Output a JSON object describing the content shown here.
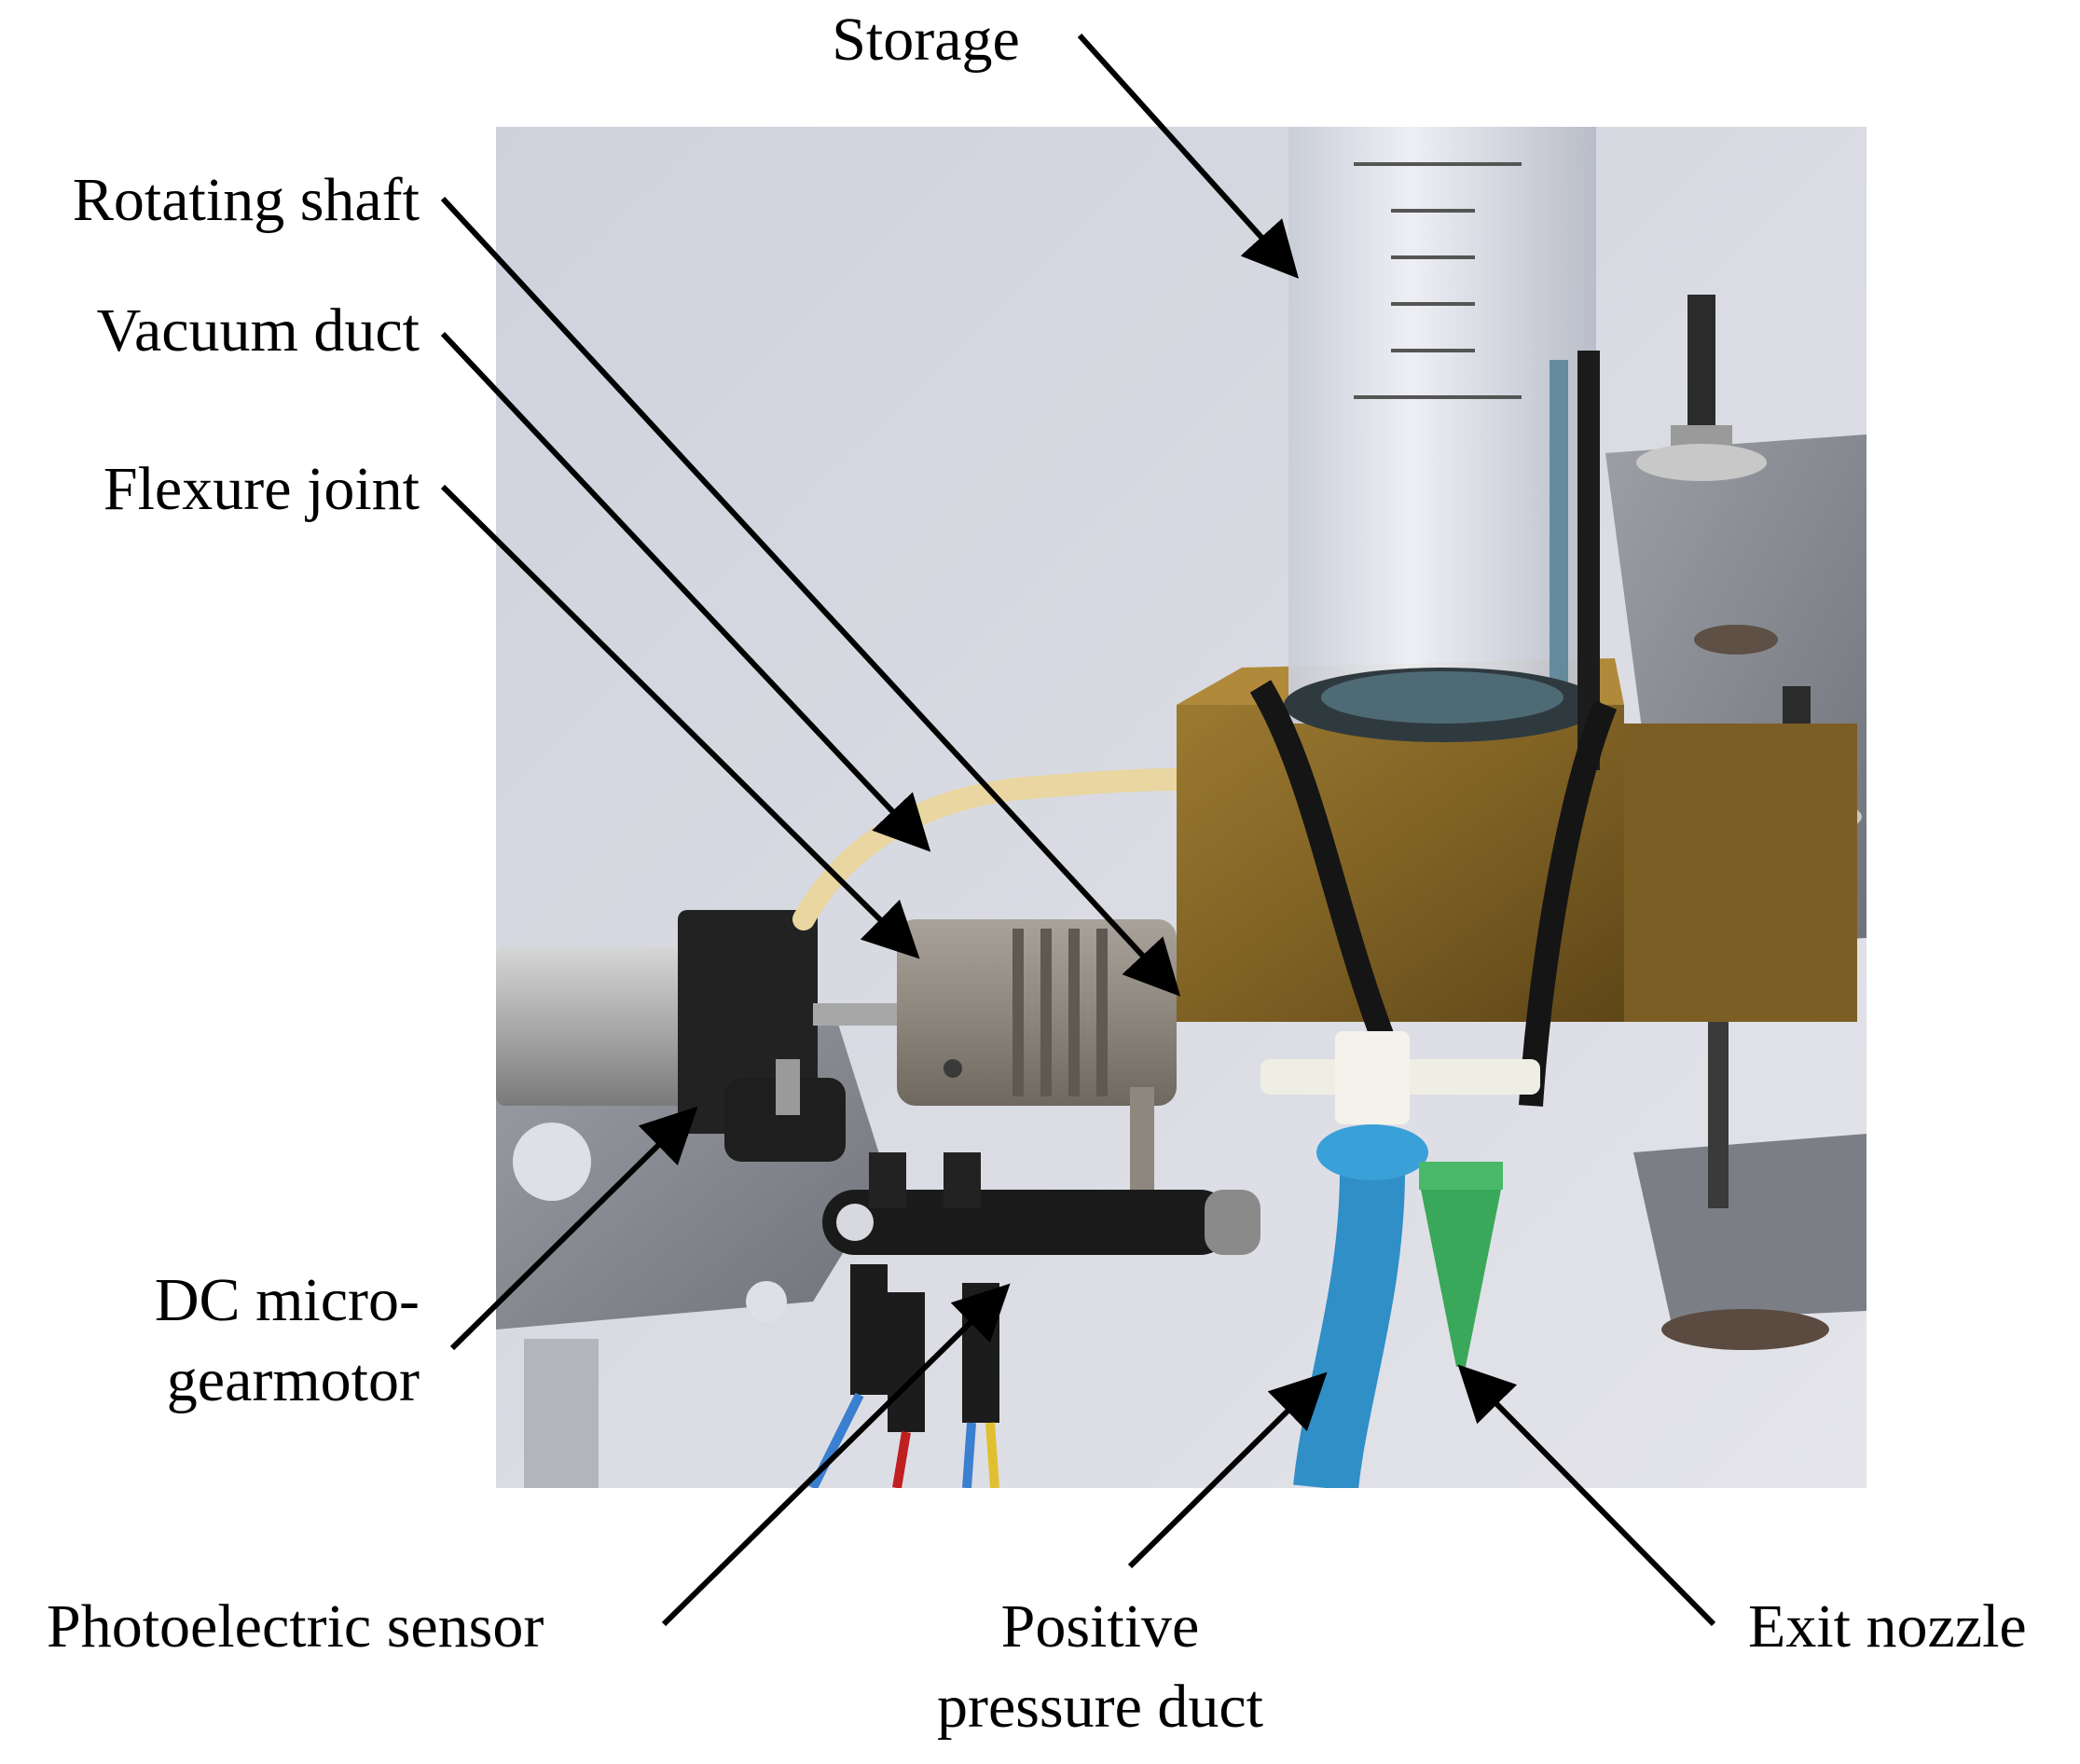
{
  "labels": {
    "storage": "Storage",
    "rotating_shaft": "Rotating shaft",
    "vacuum_duct": "Vacuum duct",
    "flexure_joint": "Flexure joint",
    "dc_motor_line1": "DC micro-",
    "dc_motor_line2": "gearmotor",
    "photoelectric_sensor": "Photoelectric sensor",
    "positive_duct_line1": "Positive",
    "positive_duct_line2": "pressure duct",
    "exit_nozzle": "Exit nozzle"
  },
  "colors": {
    "arrow": "#000000",
    "background_wall": "#dcdde4",
    "brass_block": "#8a6a2a",
    "metal_plate": "#8c9096",
    "blue_tube": "#2f8fc6",
    "nozzle_green": "#3aa85a",
    "vacuum_tube": "#e9d6a0"
  }
}
